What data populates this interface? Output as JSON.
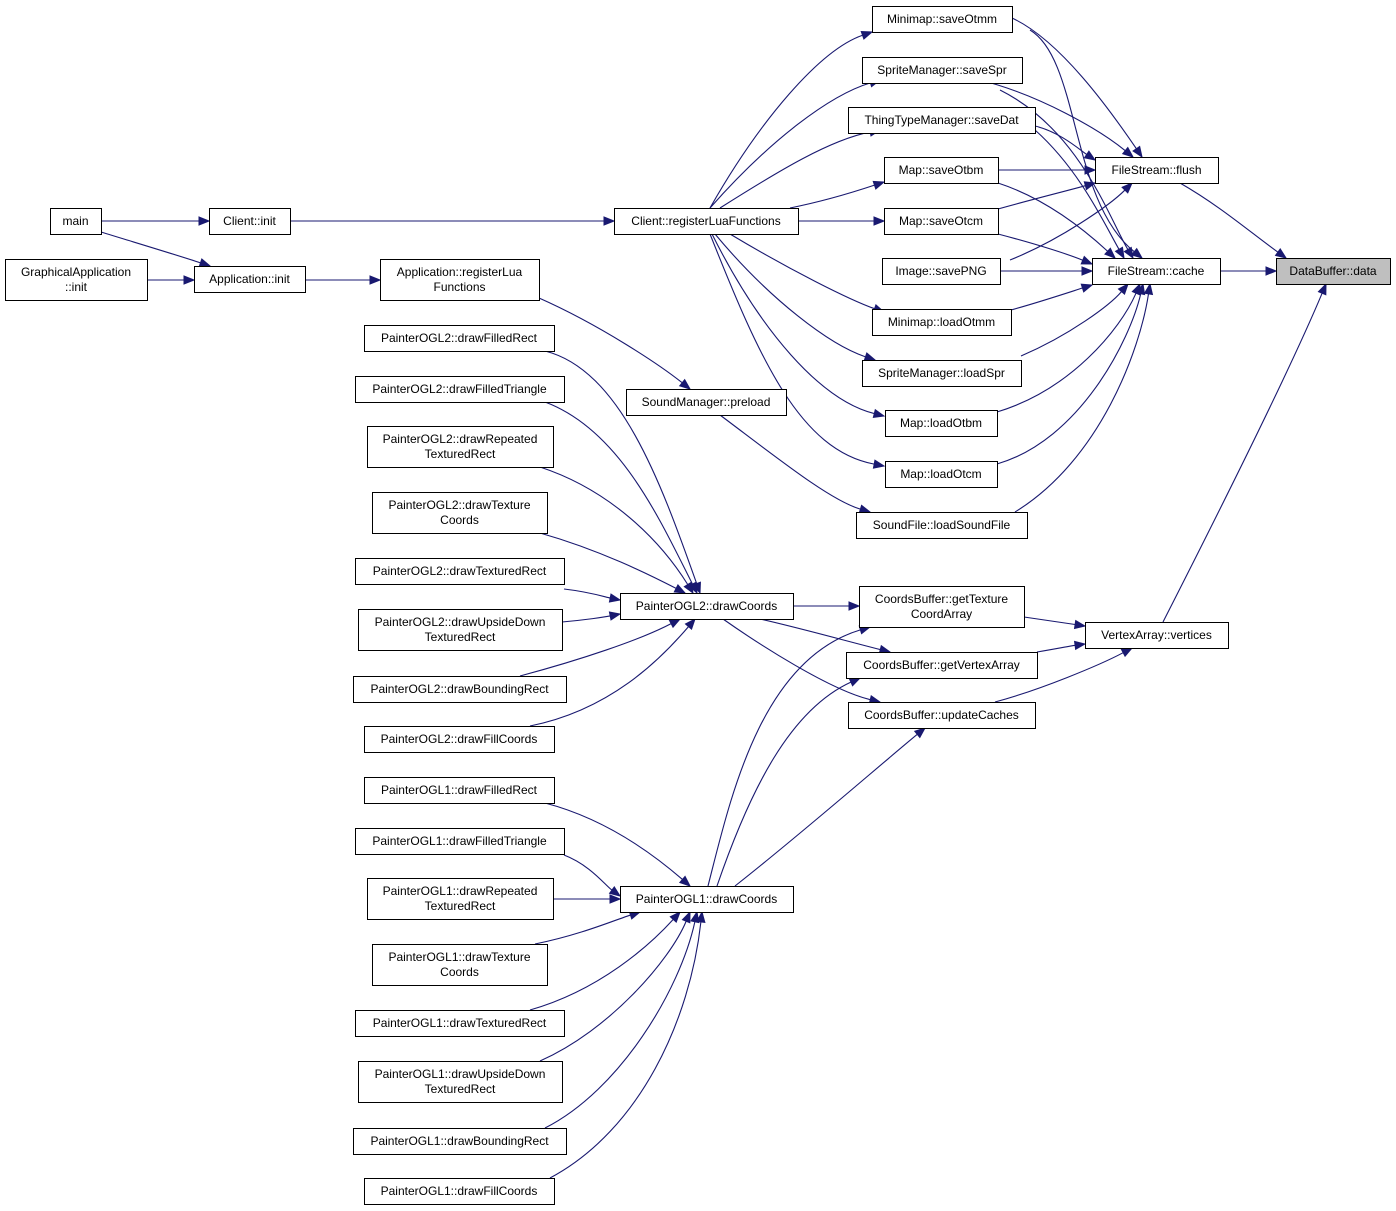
{
  "graph": {
    "root": "DataBuffer::data",
    "nodes": [
      {
        "id": "data",
        "label": "DataBuffer::data",
        "root": true
      },
      {
        "id": "flush",
        "label": "FileStream::flush"
      },
      {
        "id": "cache",
        "label": "FileStream::cache"
      },
      {
        "id": "vertices",
        "label": "VertexArray::vertices"
      },
      {
        "id": "saveOtmm",
        "label": "Minimap::saveOtmm"
      },
      {
        "id": "saveSpr",
        "label": "SpriteManager::saveSpr"
      },
      {
        "id": "saveDat",
        "label": "ThingTypeManager::saveDat"
      },
      {
        "id": "saveOtbm",
        "label": "Map::saveOtbm"
      },
      {
        "id": "saveOtcm",
        "label": "Map::saveOtcm"
      },
      {
        "id": "savePNG",
        "label": "Image::savePNG"
      },
      {
        "id": "loadOtmm",
        "label": "Minimap::loadOtmm"
      },
      {
        "id": "loadSpr",
        "label": "SpriteManager::loadSpr"
      },
      {
        "id": "loadOtbm",
        "label": "Map::loadOtbm"
      },
      {
        "id": "loadOtcm",
        "label": "Map::loadOtcm"
      },
      {
        "id": "loadSoundFile",
        "label": "SoundFile::loadSoundFile"
      },
      {
        "id": "regLua",
        "label": "Client::registerLuaFunctions"
      },
      {
        "id": "clientInit",
        "label": "Client::init"
      },
      {
        "id": "main",
        "label": "main"
      },
      {
        "id": "appInit",
        "label": "Application::init"
      },
      {
        "id": "gfxInit",
        "label": "GraphicalApplication\n::init"
      },
      {
        "id": "appReg",
        "label": "Application::registerLua\nFunctions"
      },
      {
        "id": "preload",
        "label": "SoundManager::preload"
      },
      {
        "id": "getTex",
        "label": "CoordsBuffer::getTexture\nCoordArray"
      },
      {
        "id": "getVert",
        "label": "CoordsBuffer::getVertexArray"
      },
      {
        "id": "updCaches",
        "label": "CoordsBuffer::updateCaches"
      },
      {
        "id": "ogl2Coords",
        "label": "PainterOGL2::drawCoords"
      },
      {
        "id": "ogl1Coords",
        "label": "PainterOGL1::drawCoords"
      },
      {
        "id": "o2FR",
        "label": "PainterOGL2::drawFilledRect"
      },
      {
        "id": "o2FT",
        "label": "PainterOGL2::drawFilledTriangle"
      },
      {
        "id": "o2RTR",
        "label": "PainterOGL2::drawRepeated\nTexturedRect"
      },
      {
        "id": "o2TC",
        "label": "PainterOGL2::drawTexture\nCoords"
      },
      {
        "id": "o2TR",
        "label": "PainterOGL2::drawTexturedRect"
      },
      {
        "id": "o2UD",
        "label": "PainterOGL2::drawUpsideDown\nTexturedRect"
      },
      {
        "id": "o2BR",
        "label": "PainterOGL2::drawBoundingRect"
      },
      {
        "id": "o2FC",
        "label": "PainterOGL2::drawFillCoords"
      },
      {
        "id": "o1FR",
        "label": "PainterOGL1::drawFilledRect"
      },
      {
        "id": "o1FT",
        "label": "PainterOGL1::drawFilledTriangle"
      },
      {
        "id": "o1RTR",
        "label": "PainterOGL1::drawRepeated\nTexturedRect"
      },
      {
        "id": "o1TC",
        "label": "PainterOGL1::drawTexture\nCoords"
      },
      {
        "id": "o1TR",
        "label": "PainterOGL1::drawTexturedRect"
      },
      {
        "id": "o1UD",
        "label": "PainterOGL1::drawUpsideDown\nTexturedRect"
      },
      {
        "id": "o1BR",
        "label": "PainterOGL1::drawBoundingRect"
      },
      {
        "id": "o1FC",
        "label": "PainterOGL1::drawFillCoords"
      }
    ],
    "edges": [
      [
        "flush",
        "data"
      ],
      [
        "cache",
        "data"
      ],
      [
        "vertices",
        "data"
      ],
      [
        "saveOtmm",
        "flush"
      ],
      [
        "saveSpr",
        "flush"
      ],
      [
        "saveDat",
        "flush"
      ],
      [
        "saveOtbm",
        "flush"
      ],
      [
        "saveOtcm",
        "flush"
      ],
      [
        "savePNG",
        "flush"
      ],
      [
        "saveOtmm",
        "cache"
      ],
      [
        "saveSpr",
        "cache"
      ],
      [
        "saveDat",
        "cache"
      ],
      [
        "saveOtbm",
        "cache"
      ],
      [
        "saveOtcm",
        "cache"
      ],
      [
        "savePNG",
        "cache"
      ],
      [
        "loadOtmm",
        "cache"
      ],
      [
        "loadSpr",
        "cache"
      ],
      [
        "loadOtbm",
        "cache"
      ],
      [
        "loadOtcm",
        "cache"
      ],
      [
        "loadSoundFile",
        "cache"
      ],
      [
        "regLua",
        "saveOtmm"
      ],
      [
        "regLua",
        "saveSpr"
      ],
      [
        "regLua",
        "saveDat"
      ],
      [
        "regLua",
        "saveOtbm"
      ],
      [
        "regLua",
        "saveOtcm"
      ],
      [
        "regLua",
        "loadOtmm"
      ],
      [
        "regLua",
        "loadSpr"
      ],
      [
        "regLua",
        "loadOtbm"
      ],
      [
        "regLua",
        "loadOtcm"
      ],
      [
        "clientInit",
        "regLua"
      ],
      [
        "main",
        "clientInit"
      ],
      [
        "main",
        "appInit"
      ],
      [
        "gfxInit",
        "appInit"
      ],
      [
        "appInit",
        "appReg"
      ],
      [
        "appReg",
        "preload"
      ],
      [
        "preload",
        "loadSoundFile"
      ],
      [
        "getTex",
        "vertices"
      ],
      [
        "getVert",
        "vertices"
      ],
      [
        "updCaches",
        "vertices"
      ],
      [
        "ogl2Coords",
        "getTex"
      ],
      [
        "ogl2Coords",
        "getVert"
      ],
      [
        "ogl2Coords",
        "updCaches"
      ],
      [
        "ogl1Coords",
        "getTex"
      ],
      [
        "ogl1Coords",
        "getVert"
      ],
      [
        "ogl1Coords",
        "updCaches"
      ],
      [
        "o2FR",
        "ogl2Coords"
      ],
      [
        "o2FT",
        "ogl2Coords"
      ],
      [
        "o2RTR",
        "ogl2Coords"
      ],
      [
        "o2TC",
        "ogl2Coords"
      ],
      [
        "o2TR",
        "ogl2Coords"
      ],
      [
        "o2UD",
        "ogl2Coords"
      ],
      [
        "o2BR",
        "ogl2Coords"
      ],
      [
        "o2FC",
        "ogl2Coords"
      ],
      [
        "o1FR",
        "ogl1Coords"
      ],
      [
        "o1FT",
        "ogl1Coords"
      ],
      [
        "o1RTR",
        "ogl1Coords"
      ],
      [
        "o1TC",
        "ogl1Coords"
      ],
      [
        "o1TR",
        "ogl1Coords"
      ],
      [
        "o1UD",
        "ogl1Coords"
      ],
      [
        "o1BR",
        "ogl1Coords"
      ],
      [
        "o1FC",
        "ogl1Coords"
      ]
    ]
  }
}
